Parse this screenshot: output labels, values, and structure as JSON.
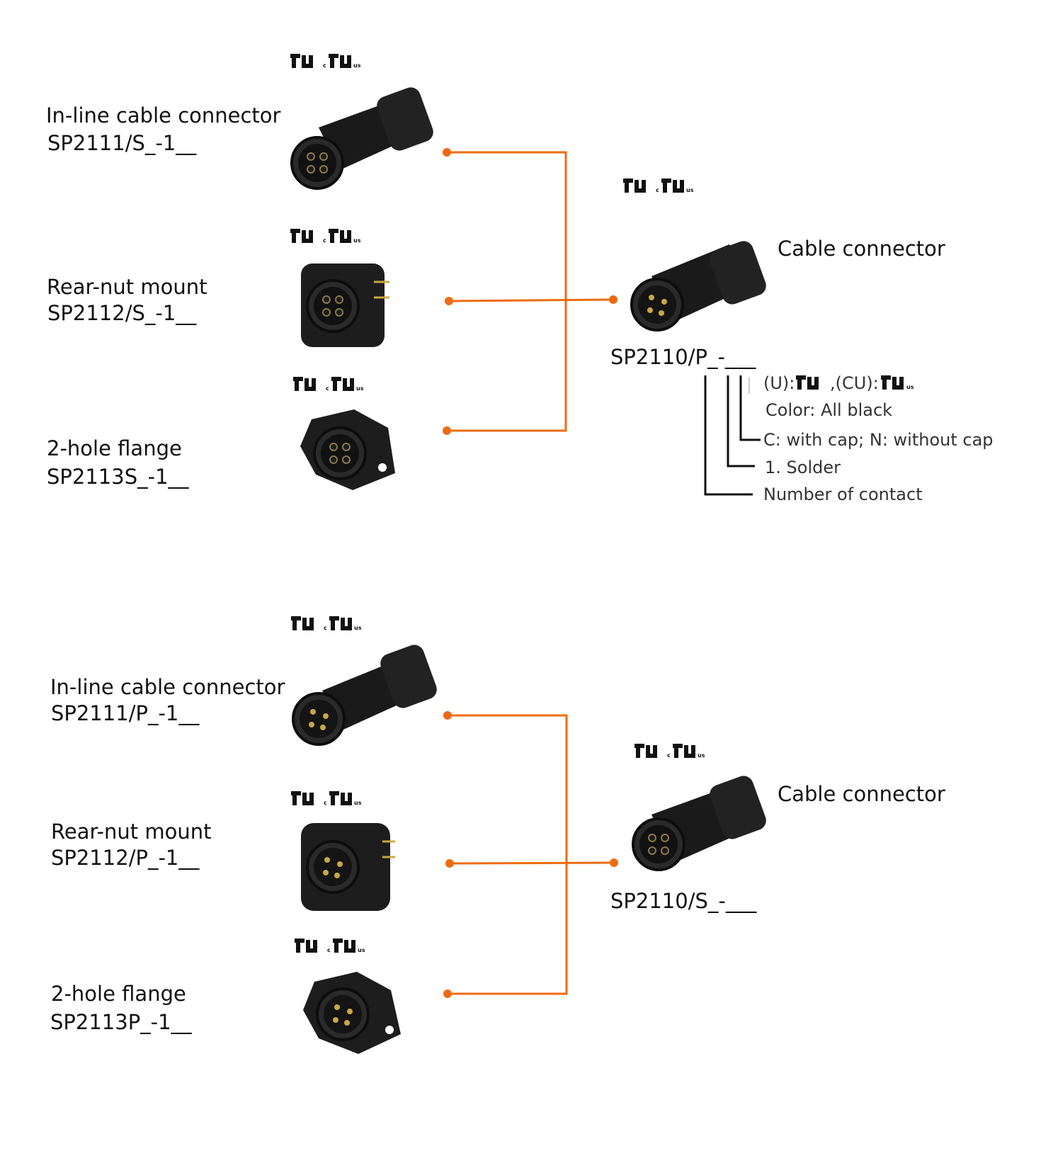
{
  "colors": {
    "accent": "#ee6b12",
    "connector": "#1c1c1c",
    "text": "#111111"
  },
  "top_group": {
    "items": [
      {
        "title": "In-line cable connector",
        "part": "SP2111/S_-1__"
      },
      {
        "title": "Rear-nut mount",
        "part": "SP2112/S_-1__"
      },
      {
        "title": "2-hole flange",
        "part": "SP2113S_-1__"
      }
    ],
    "mate": {
      "title": "Cable connector",
      "part": "SP2110/P_-___"
    },
    "code_notes": [
      {
        "prefix_u": "(U):",
        "prefix_cu": ",(CU):"
      },
      {
        "text": "Color: All black"
      },
      {
        "text": "C: with cap; N: without cap"
      },
      {
        "text": "1.  Solder"
      },
      {
        "text": "Number of contact"
      }
    ]
  },
  "bottom_group": {
    "items": [
      {
        "title": "In-line cable connector",
        "part": "SP2111/P_-1__"
      },
      {
        "title": "Rear-nut mount",
        "part": "SP2112/P_-1__"
      },
      {
        "title": "2-hole flange",
        "part": "SP2113P_-1__"
      }
    ],
    "mate": {
      "title": "Cable connector",
      "part": "SP2110/S_-___"
    }
  },
  "ul_marks": {
    "c": "c",
    "us": "us"
  }
}
